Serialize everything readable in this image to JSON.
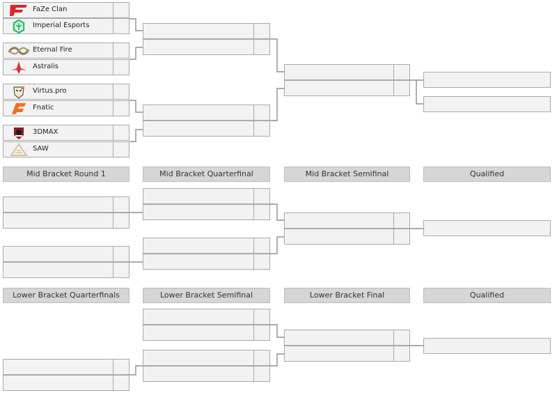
{
  "headers": {
    "mid_r1": "Mid Bracket Round 1",
    "mid_qf": "Mid Bracket Quarterfinal",
    "mid_sf": "Mid Bracket Semifinal",
    "qualified_1": "Qualified",
    "lower_qf": "Lower Bracket Quarterfinals",
    "lower_sf": "Lower Bracket Semifinal",
    "lower_final": "Lower Bracket Final",
    "qualified_2": "Qualified"
  },
  "teams": [
    {
      "name": "FaZe Clan",
      "icon": "faze-clan-logo-icon",
      "color": "#e3222a"
    },
    {
      "name": "Imperial Esports",
      "icon": "imperial-esports-logo-icon",
      "color": "#2bc46c"
    },
    {
      "name": "Eternal Fire",
      "icon": "eternal-fire-logo-icon",
      "color": "#8c7a5a"
    },
    {
      "name": "Astralis",
      "icon": "astralis-logo-icon",
      "color": "#e02a32"
    },
    {
      "name": "Virtus.pro",
      "icon": "virtus-pro-logo-icon",
      "color": "#f07a1e"
    },
    {
      "name": "Fnatic",
      "icon": "fnatic-logo-icon",
      "color": "#f26f21"
    },
    {
      "name": "3DMAX",
      "icon": "3dmax-logo-icon",
      "color": "#8a1c24"
    },
    {
      "name": "SAW",
      "icon": "saw-logo-icon",
      "color": "#d8c39a"
    }
  ]
}
